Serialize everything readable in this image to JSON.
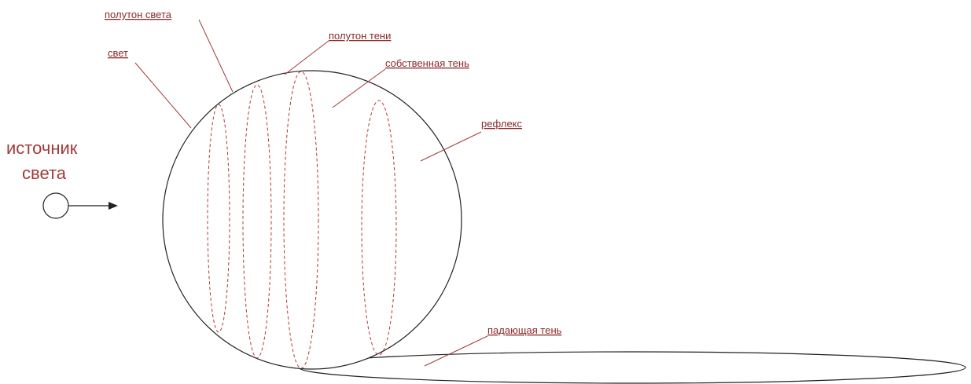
{
  "light_source": {
    "line1": "источник",
    "line2": "света"
  },
  "labels": {
    "light": "свет",
    "halftone_light": "полутон света",
    "halftone_shadow": "полутон тени",
    "own_shadow": "собственная тень",
    "reflex": "рефлекс",
    "cast_shadow": "падающая тень"
  },
  "colors": {
    "label": "#8b2a2a",
    "leader": "#a33a3a",
    "outline": "#222222"
  }
}
